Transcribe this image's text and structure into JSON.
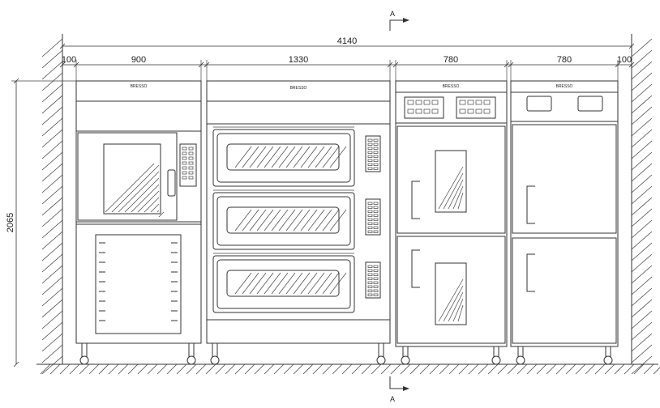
{
  "dimensions": {
    "total": "4140",
    "wall_left": "100",
    "unit1": "900",
    "unit2": "1330",
    "unit3": "780",
    "unit4": "780",
    "wall_right": "100",
    "height": "2065"
  },
  "section_marks": {
    "top": "A",
    "bottom": "A"
  },
  "logos": {
    "brand": "BRESSO"
  }
}
